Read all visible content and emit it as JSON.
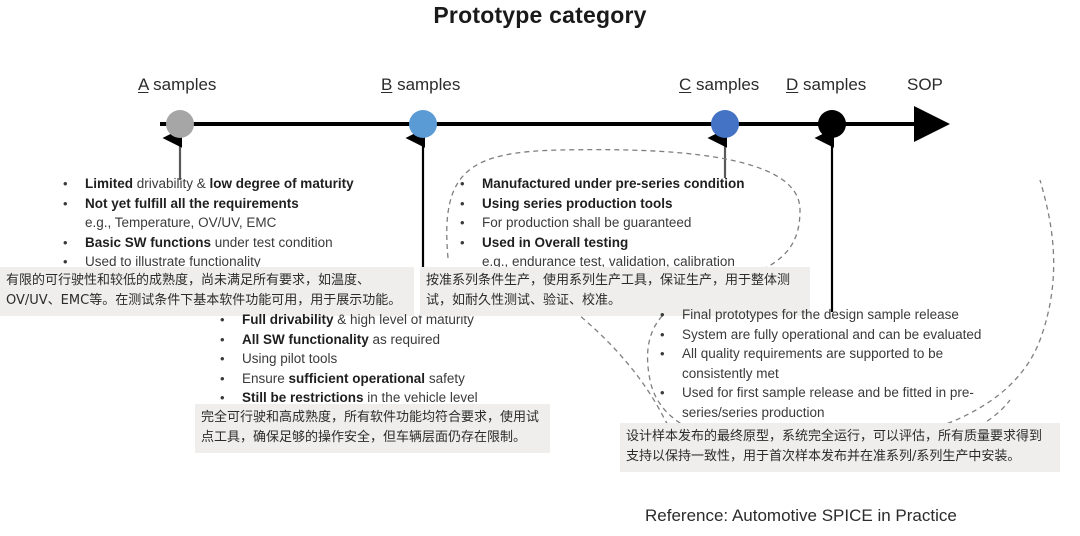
{
  "title": "Prototype category",
  "reference": "Reference: Automotive SPICE in Practice",
  "colors": {
    "a_marker": "#a6a6a6",
    "b_marker": "#5b9bd5",
    "c_marker": "#4472c4",
    "d_marker": "#000000",
    "timeline": "#000000",
    "cn_box_bg": "#efeeec"
  },
  "timeline": {
    "milestones": [
      {
        "letter": "A",
        "rest": " samples",
        "marker": "gray-circle"
      },
      {
        "letter": "B",
        "rest": " samples",
        "marker": "light-blue-circle"
      },
      {
        "letter": "C",
        "rest": " samples",
        "marker": "blue-circle"
      },
      {
        "letter": "D",
        "rest": " samples",
        "marker": "black-circle"
      },
      {
        "letter": "",
        "rest": "SOP",
        "marker": "arrow-head"
      }
    ]
  },
  "blocks": {
    "a_samples": {
      "bullets": [
        {
          "bullet": true,
          "segments": [
            {
              "t": "Limited",
              "b": true
            },
            {
              "t": " drivability & ",
              "b": false
            },
            {
              "t": "low degree of maturity",
              "b": true
            }
          ]
        },
        {
          "bullet": true,
          "segments": [
            {
              "t": "Not yet fulfill all the requirements",
              "b": true
            }
          ]
        },
        {
          "bullet": false,
          "segments": [
            {
              "t": "e.g., Temperature, OV/UV, EMC",
              "b": false
            }
          ]
        },
        {
          "bullet": true,
          "segments": [
            {
              "t": "Basic SW functions",
              "b": true
            },
            {
              "t": " under test condition",
              "b": false
            }
          ]
        },
        {
          "bullet": true,
          "segments": [
            {
              "t": "Used to illustrate functionality",
              "b": false
            }
          ]
        }
      ],
      "cn": "有限的可行驶性和较低的成熟度，尚未满足所有要求，如温度、OV/UV、EMC等。在测试条件下基本软件功能可用，用于展示功能。"
    },
    "b_samples": {
      "bullets": [
        {
          "bullet": true,
          "segments": [
            {
              "t": "Full drivability",
              "b": true
            },
            {
              "t": " & high level of maturity",
              "b": false
            }
          ]
        },
        {
          "bullet": true,
          "segments": [
            {
              "t": "All SW functionality",
              "b": true
            },
            {
              "t": " as required",
              "b": false
            }
          ]
        },
        {
          "bullet": true,
          "segments": [
            {
              "t": "Using pilot tools",
              "b": false
            }
          ]
        },
        {
          "bullet": true,
          "segments": [
            {
              "t": "Ensure ",
              "b": false
            },
            {
              "t": "sufficient operational",
              "b": true
            },
            {
              "t": " safety",
              "b": false
            }
          ]
        },
        {
          "bullet": true,
          "segments": [
            {
              "t": "Still be restrictions",
              "b": true
            },
            {
              "t": " in the vehicle level",
              "b": false
            }
          ]
        }
      ],
      "cn": "完全可行驶和高成熟度，所有软件功能均符合要求，使用试点工具，确保足够的操作安全，但车辆层面仍存在限制。"
    },
    "c_samples": {
      "bullets": [
        {
          "bullet": true,
          "segments": [
            {
              "t": "Manufactured under pre-series condition",
              "b": true
            }
          ]
        },
        {
          "bullet": true,
          "segments": [
            {
              "t": "Using series production tools",
              "b": true
            }
          ]
        },
        {
          "bullet": true,
          "segments": [
            {
              "t": "For production shall be guaranteed",
              "b": false
            }
          ]
        },
        {
          "bullet": true,
          "segments": [
            {
              "t": "Used in Overall testing",
              "b": true
            }
          ]
        },
        {
          "bullet": false,
          "segments": [
            {
              "t": "e.g., endurance test, validation, calibration",
              "b": false
            }
          ]
        }
      ],
      "cn": "按准系列条件生产，使用系列生产工具，保证生产，用于整体测试，如耐久性测试、验证、校准。"
    },
    "d_samples": {
      "bullets": [
        {
          "bullet": true,
          "segments": [
            {
              "t": "Final prototypes for the design sample release",
              "b": false
            }
          ]
        },
        {
          "bullet": true,
          "segments": [
            {
              "t": "System are fully operational and can be evaluated",
              "b": false
            }
          ]
        },
        {
          "bullet": true,
          "segments": [
            {
              "t": "All quality requirements are supported to be",
              "b": false
            }
          ]
        },
        {
          "bullet": false,
          "segments": [
            {
              "t": "consistently met",
              "b": false
            }
          ]
        },
        {
          "bullet": true,
          "segments": [
            {
              "t": "Used for first sample release and be fitted in pre-",
              "b": false
            }
          ]
        },
        {
          "bullet": false,
          "segments": [
            {
              "t": "series/series production",
              "b": false
            }
          ]
        }
      ],
      "cn": "设计样本发布的最终原型，系统完全运行，可以评估，所有质量要求得到支持以保持一致性，用于首次样本发布并在准系列/系列生产中安装。"
    }
  }
}
